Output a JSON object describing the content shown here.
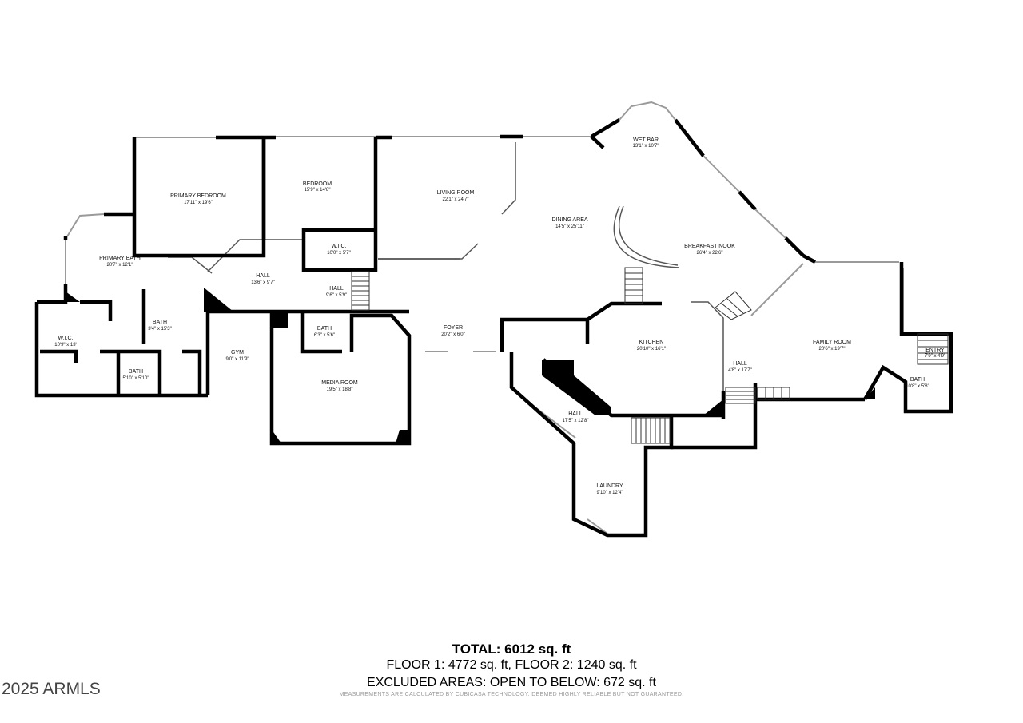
{
  "rooms": [
    {
      "id": "wet-bar",
      "name": "WET BAR",
      "dims": "13'1\" x 10'7\""
    },
    {
      "id": "primary-bedroom",
      "name": "PRIMARY BEDROOM",
      "dims": "17'11\" x 19'6\""
    },
    {
      "id": "bedroom",
      "name": "BEDROOM",
      "dims": "15'9\" x 14'8\""
    },
    {
      "id": "living-room",
      "name": "LIVING ROOM",
      "dims": "22'1\" x 24'7\""
    },
    {
      "id": "dining-area",
      "name": "DINING AREA",
      "dims": "14'5\" x 25'11\""
    },
    {
      "id": "breakfast-nook",
      "name": "BREAKFAST NOOK",
      "dims": "26'4\" x 22'6\""
    },
    {
      "id": "wic-upper",
      "name": "W.I.C.",
      "dims": "10'0\" x 5'7\""
    },
    {
      "id": "primary-bath",
      "name": "PRIMARY BATH",
      "dims": "20'7\" x 12'1\""
    },
    {
      "id": "hall-1",
      "name": "HALL",
      "dims": "13'6\" x 9'7\""
    },
    {
      "id": "hall-2",
      "name": "HALL",
      "dims": "9'6\" x 5'9\""
    },
    {
      "id": "bath-1",
      "name": "BATH",
      "dims": "3'4\" x 15'3\""
    },
    {
      "id": "wic-left",
      "name": "W.I.C.",
      "dims": "10'9\" x 13'"
    },
    {
      "id": "bath-2",
      "name": "BATH",
      "dims": "5'10\" x 5'10\""
    },
    {
      "id": "gym",
      "name": "GYM",
      "dims": "9'0\" x 11'9\""
    },
    {
      "id": "bath-3",
      "name": "BATH",
      "dims": "6'3\" x 5'6\""
    },
    {
      "id": "foyer",
      "name": "FOYER",
      "dims": "20'2\" x 6'0\""
    },
    {
      "id": "kitchen",
      "name": "KITCHEN",
      "dims": "20'10\" x 16'1\""
    },
    {
      "id": "hall-3",
      "name": "HALL",
      "dims": "4'8\" x 17'7\""
    },
    {
      "id": "family-room",
      "name": "FAMILY ROOM",
      "dims": "20'6\" x 19'7\""
    },
    {
      "id": "entry",
      "name": "ENTRY",
      "dims": "7'9\" x 4'9\""
    },
    {
      "id": "bath-4",
      "name": "BATH",
      "dims": "10'8\" x 5'8\""
    },
    {
      "id": "media-room",
      "name": "MEDIA ROOM",
      "dims": "19'5\" x 18'8\""
    },
    {
      "id": "hall-4",
      "name": "HALL",
      "dims": "17'5\" x 12'8\""
    },
    {
      "id": "laundry",
      "name": "LAUNDRY",
      "dims": "9'10\" x 12'4\""
    }
  ],
  "summary": {
    "total": "TOTAL: 6012 sq. ft",
    "floors": "FLOOR 1: 4772 sq. ft, FLOOR 2: 1240 sq. ft",
    "excluded": "EXCLUDED AREAS: OPEN TO BELOW: 672 sq. ft",
    "disclaimer": "MEASUREMENTS ARE CALCULATED BY CUBICASA TECHNOLOGY. DEEMED HIGHLY RELIABLE BUT NOT GUARANTEED."
  },
  "watermark": "2025 ARMLS",
  "colors": {
    "wall": "#000000",
    "window": "#9a9a9a",
    "background": "#ffffff"
  }
}
